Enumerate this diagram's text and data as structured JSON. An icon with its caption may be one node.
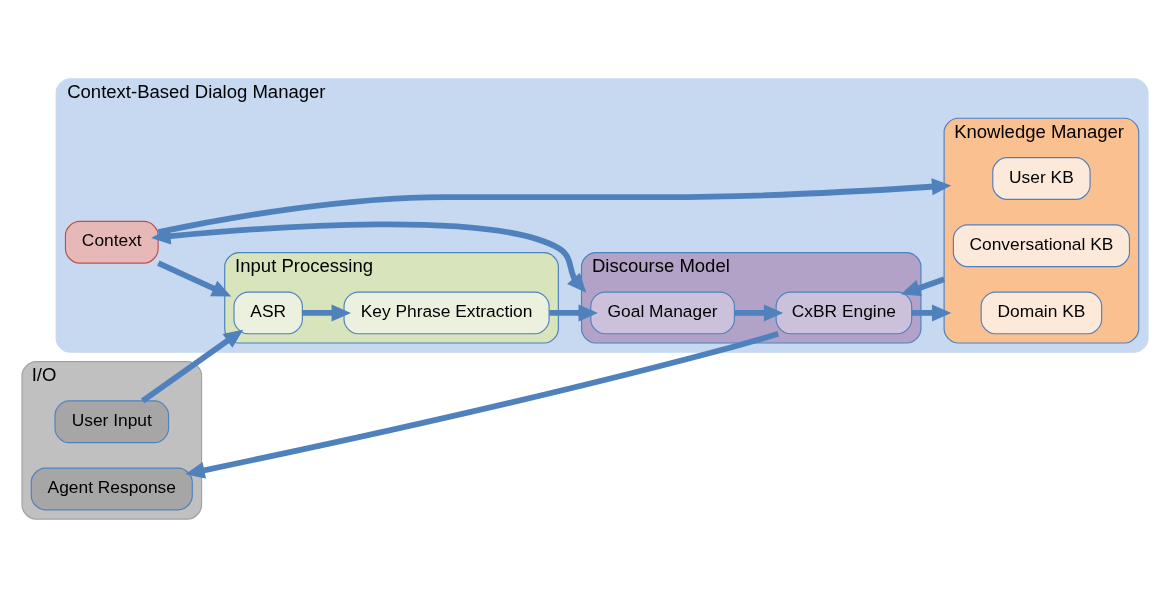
{
  "diagram": {
    "nodes": [
      {
        "text": [
          "I/O"
        ]
      },
      {
        "text": [
          "User Input"
        ],
        "in": 0
      },
      {
        "text": [
          "Agent Response"
        ],
        "in": 0
      },
      {
        "text": [
          "Context-Based Dialog Manager"
        ]
      },
      {
        "text": [
          "Context"
        ],
        "in": 3
      },
      {
        "text": [
          "Input Processing"
        ],
        "in": 3
      },
      {
        "text": [
          "ASR"
        ],
        "in": 5
      },
      {
        "text": [
          "Key Phrase Extraction"
        ],
        "in": 5
      },
      {
        "text": [
          "Discourse Model"
        ],
        "in": 3
      },
      {
        "text": [
          "Goal Manager"
        ],
        "in": 8
      },
      {
        "text": [
          "CxBR Engine"
        ],
        "in": 8
      },
      {
        "text": [
          "Knowledge Manager"
        ],
        "in": 3
      },
      {
        "text": [
          "Conversational KB"
        ],
        "in": 11
      },
      {
        "text": [
          "User KB"
        ],
        "in": 11
      },
      {
        "text": [
          "Domain KB"
        ],
        "in": 11
      }
    ],
    "edges": [
      {
        "from": 1,
        "to": 6,
        "arrow": "to"
      },
      {
        "from": 6,
        "to": 7,
        "arrow": "to"
      },
      {
        "from": 7,
        "to": 9,
        "arrow": "to"
      },
      {
        "from": 9,
        "to": 10,
        "arrow": "to"
      },
      {
        "from": 10,
        "to": 2,
        "arrow": "to"
      },
      {
        "from": 4,
        "to": 5,
        "arrow": "to"
      },
      {
        "from": 4,
        "to": 8,
        "arrow": "both"
      },
      {
        "from": 4,
        "to": 11,
        "arrow": "to"
      },
      {
        "from": 11,
        "to": 10,
        "arrow": "to"
      },
      {
        "from": 10,
        "to": 11,
        "arrow": "to"
      }
    ]
  }
}
